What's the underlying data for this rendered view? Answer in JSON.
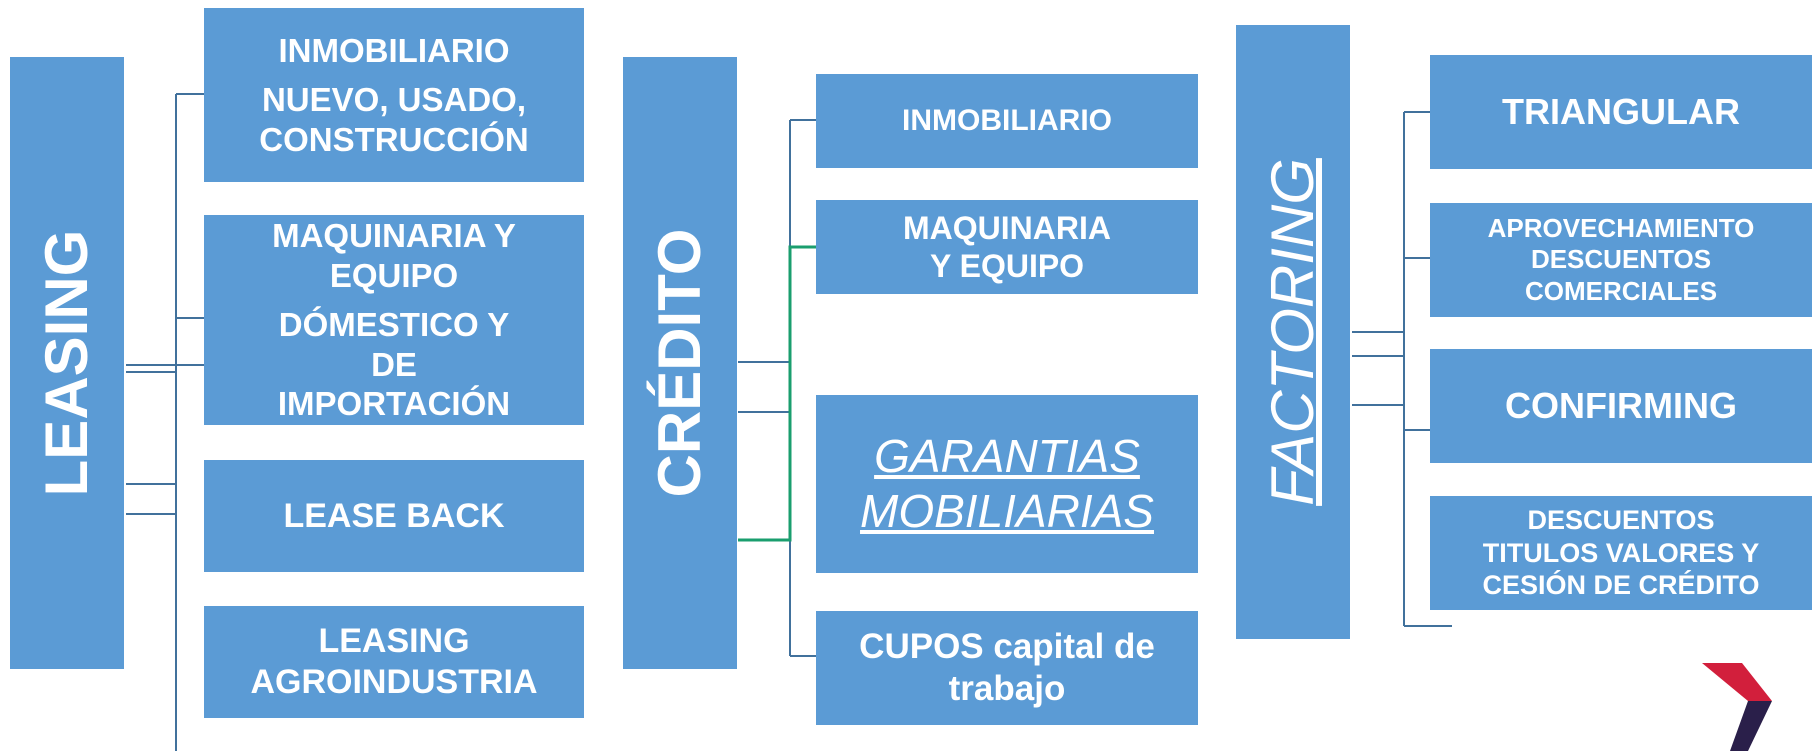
{
  "colors": {
    "box": "#5b9bd5",
    "connector": "#41719c",
    "highlight_connector": "#1a9e6e",
    "logo_red": "#d21f3c",
    "logo_dark": "#2a1f4a"
  },
  "leasing": {
    "title": "LEASING",
    "items": [
      {
        "heading": "INMOBILIARIO",
        "detail": "NUEVO, USADO, CONSTRUCCIÓN"
      },
      {
        "heading": "MAQUINARIA Y EQUIPO",
        "detail": "DÓMESTICO Y DE IMPORTACIÓN"
      },
      {
        "label": "LEASE BACK"
      },
      {
        "label": "LEASING AGROINDUSTRIA"
      }
    ]
  },
  "credito": {
    "title": "CRÉDITO",
    "items": [
      {
        "label": "INMOBILIARIO"
      },
      {
        "label": "MAQUINARIA Y EQUIPO"
      },
      {
        "label": "GARANTIAS MOBILIARIAS"
      },
      {
        "label": "CUPOS capital de trabajo"
      }
    ]
  },
  "factoring": {
    "title": "FACTORING",
    "items": [
      {
        "label": "TRIANGULAR"
      },
      {
        "label": "APROVECHAMIENTO DESCUENTOS COMERCIALES"
      },
      {
        "label": "CONFIRMING"
      },
      {
        "label": "DESCUENTOS TITULOS VALORES Y CESIÓN DE CRÉDITO"
      }
    ]
  },
  "logo": {
    "icon": "chevron-logo-icon"
  }
}
